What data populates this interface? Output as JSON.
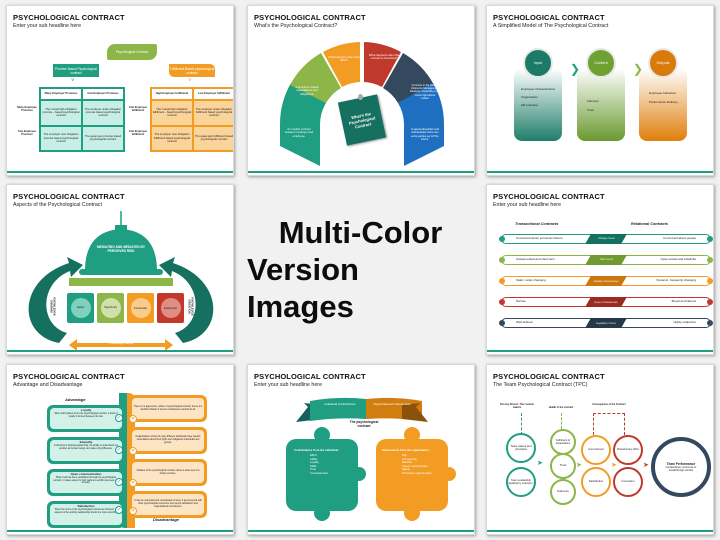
{
  "center": {
    "line1": "Multi-Color",
    "line2": "Version Images"
  },
  "colors": {
    "teal": "#1f9e82",
    "dark_teal": "#16705f",
    "orange": "#f39c24",
    "green": "#8cb648",
    "red": "#c0392b",
    "navy": "#34495e",
    "blue": "#1f6fc0"
  },
  "slides": [
    {
      "title": "PSYCHOLOGICAL CONTRACT",
      "subtitle": "Enter your sub headline here",
      "root": "Psychological Contract",
      "left_header": "Promise Based Psychological contract",
      "right_header": "Fulfillment Based psychological contract",
      "left_cols": [
        "Many Employer Promises",
        "Few Employer Promises"
      ],
      "left_rows": [
        "Many Employee Promises",
        "Few Employee Promises"
      ],
      "left_cells": [
        "The mutual high obligation promise – based psychological contract",
        "The employer under obligation promise based psychological contract",
        "The employer over obligation promise based psychological contract",
        "The quasi-spot promise based psychological contract"
      ],
      "right_cols": [
        "High Employer fulfillment",
        "Low Employer fulfillment"
      ],
      "right_rows": [
        "Few Employee fulfillment",
        "Few Employee fulfillment"
      ],
      "right_cells": [
        "The mutual high obligation fulfillment – based psychological contract",
        "The employer under obligation fulfillment based psychological contract",
        "The employer over obligation fulfillment based psychological contract",
        "The quasi-spot fulfillment based psychological contract"
      ]
    },
    {
      "title": "PSYCHOLOGICAL CONTRACT",
      "subtitle": "What's the Psychological Contract?",
      "center_note": "What's the Psychological Contract",
      "segments": [
        "An implicit contract between employer and employee.",
        "It concerns mutual expectations and obligations.",
        "What happens when they differ?",
        "What happens when the contract is breached?",
        "Common in the Human Resource Management literature, especially in the recent tight labour market.",
        "In apprenticeships and traineeships there are extra parties eg GTOs, AACs."
      ]
    },
    {
      "title": "PSYCHOLOGICAL CONTRACT",
      "subtitle": "A Simplified Model of The Psychological Contract",
      "columns": [
        {
          "label": "Input",
          "items": [
            "Employee Characteristics",
            "Organisation",
            "HR practices"
          ]
        },
        {
          "label": "Content",
          "items": [
            "Fairness",
            "Trust"
          ]
        },
        {
          "label": "Outputs",
          "items": [
            "Employee behaviour",
            "Performance Delivery"
          ]
        }
      ]
    },
    {
      "title": "PSYCHOLOGICAL CONTRACT",
      "subtitle": "Aspects of the Psychological Contract",
      "dome": "MEDIATING AND MEDIATED BY PERCEIVED RISK",
      "pillars": [
        "Safety",
        "Opportunity",
        "Functionality",
        "Relationship"
      ],
      "left_label": "KNOWLEDGE SHARING",
      "right_label": "KNOWLEDGE CREATION",
      "bottom": "Knowledge Usage"
    },
    {
      "title": "PSYCHOLOGICAL CONTRACT",
      "subtitle": "Enter your sub headline here",
      "left_header": "Transactional Contracts",
      "right_header": "Relational Contracts",
      "rows": [
        {
          "left": "Concerned about economic factors",
          "mid": "Primary Focus",
          "right": "Concerned about people"
        },
        {
          "left": "Closed-ended and short-term",
          "mid": "Time Focus",
          "right": "Open-ended and indefinite"
        },
        {
          "left": "Static, rarely changing",
          "mid": "Stability of Relationship",
          "right": "Dynamic, frequently changing"
        },
        {
          "left": "Narrow",
          "mid": "Scope of Relationship",
          "right": "Broad and Narrow"
        },
        {
          "left": "Well defined",
          "mid": "Tangibility of Terms",
          "right": "Highly subjective"
        }
      ]
    },
    {
      "title": "PSYCHOLOGICAL CONTRACT",
      "subtitle": "Advantage and Disadvantage",
      "adv_header": "Advantage",
      "dis_header": "Disadvantage",
      "advantages": [
        {
          "title": "Loyalty",
          "text": "When both parties honor the psychological contract, a bond of loyalty is formed between the two."
        },
        {
          "title": "Empathy",
          "text": "In this kind of working relationship, the ability to understand one another as human beings can make a big difference."
        },
        {
          "title": "Open communication",
          "text": "When trust has been established through the psychological contract, it makes easier for both parties to exhibit openness and honesty."
        },
        {
          "title": "Satisfaction",
          "text": "When the terms of the psychological contract are honored, all aspects of the working relationship should run more smoothly."
        }
      ],
      "disadvantages": [
        "There is no agreement, written of psychological contract, hence it is doubtful whether it can be considered a contract at all.",
        "Organizations consist of many different individuals have specific expectations about their rights and obligations individuals and groups.",
        "Violation of the psychological contract carries a clear view of a broken promise.",
        "It may be redundant and complicated concept. It goes beyond with other psychological constructs such as job satisfaction and organizational commitment."
      ]
    },
    {
      "title": "PSYCHOLOGICAL CONTRACT",
      "subtitle": "Enter your sub headline here",
      "banner_left": "Individual Contributions",
      "banner_right": "Organizational Inducements",
      "center_label": "The psychological contract",
      "left_title": "Contributions from the individual :",
      "left_items": [
        "Effort",
        "Ability",
        "Loyalty",
        "Skills",
        "Time",
        "Competencies"
      ],
      "right_title": "Inducements from the organization :",
      "right_items": [
        "Pay",
        "Job security",
        "Benefits",
        "Career opportunities",
        "Status",
        "Promotion opportunities"
      ]
    },
    {
      "title": "PSYCHOLOGICAL CONTRACT",
      "subtitle": "The Team Psychological Contract (TPC)",
      "label_drivers": "Two key Drivers: The contract makers",
      "label_health": "Health of the contract",
      "label_consequence": "Consequence of the Contract",
      "drivers": [
        "Team values and principles",
        "Team Leadership (leading by example )"
      ],
      "health": [
        "Fulfilment of expectations",
        "Trust",
        "Fairness"
      ],
      "consequence_a": [
        "Commitment",
        "Satisfaction"
      ],
      "consequence_b": [
        "Discretionary effort",
        "Innovation"
      ],
      "result_title": "Team Performance",
      "result_text": "(extraordinary outcomes or breakthrough results)"
    }
  ]
}
